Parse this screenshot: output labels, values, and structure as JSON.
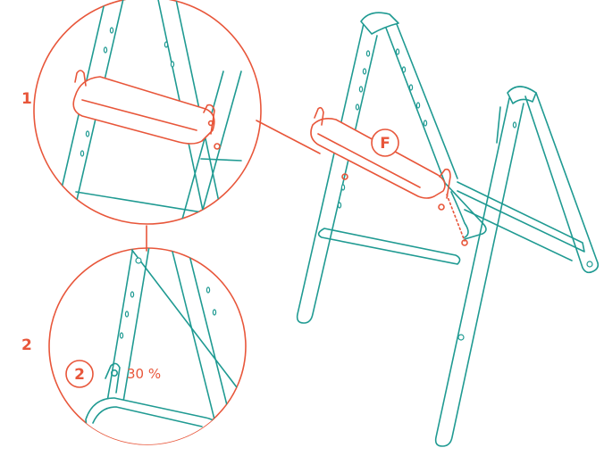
{
  "steps": {
    "step1_label": "1",
    "step2_label": "2"
  },
  "callouts": {
    "part_letter": "F",
    "badge_number": "2",
    "percentage": "30 %"
  },
  "colors": {
    "frame": "#1f9a92",
    "highlight": "#e8563a",
    "background": "#ffffff"
  },
  "icons": {
    "part_badge": "circle-letter-icon",
    "step_badge": "circle-number-icon"
  }
}
